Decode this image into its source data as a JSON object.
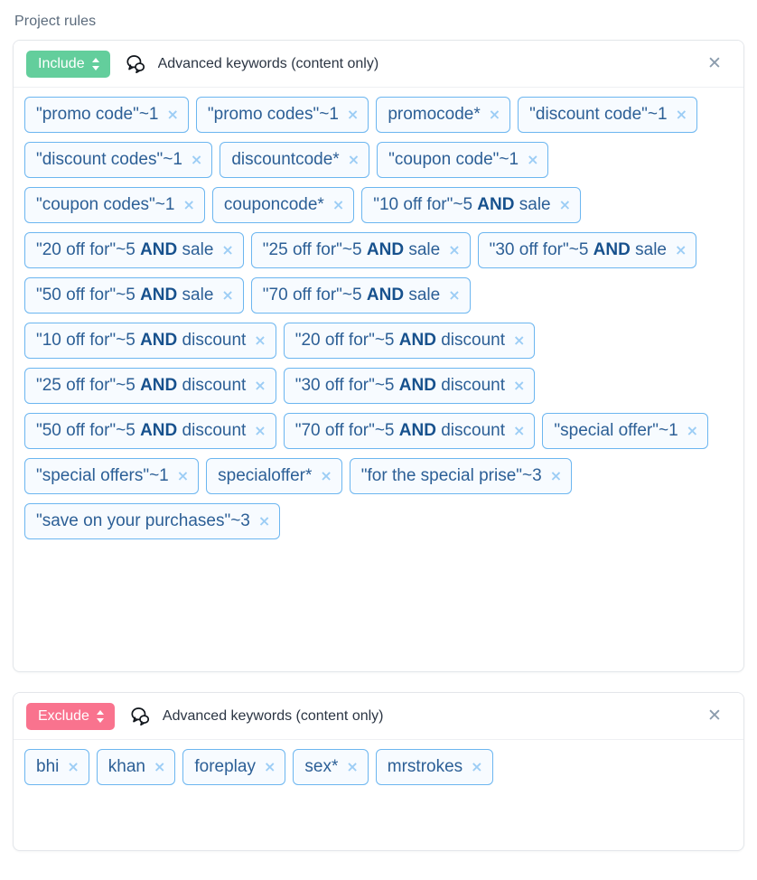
{
  "page": {
    "section_label": "Project rules"
  },
  "colors": {
    "include_badge": "#63ce9c",
    "exclude_badge": "#f9738e",
    "tag_border": "#6cb6f0",
    "tag_background": "#f7fbff",
    "tag_text": "#2c5f96",
    "tag_operator_text": "#17518d",
    "tag_remove_icon": "#9ccdf5",
    "card_border": "#e3e6ea",
    "header_text": "#2b3543",
    "label_text": "#5b6b7c",
    "close_icon": "#8b9cad"
  },
  "rules": [
    {
      "mode_label": "Include",
      "mode": "include",
      "icon": "speech-bubbles-icon",
      "title": "Advanced keywords (content only)",
      "close_label": "✖",
      "remove_label": "×",
      "keywords": [
        {
          "text": "\"promo code\"~1"
        },
        {
          "text": "\"promo codes\"~1"
        },
        {
          "text": "promocode*"
        },
        {
          "text": "\"discount code\"~1"
        },
        {
          "text": "\"discount codes\"~1"
        },
        {
          "text": "discountcode*"
        },
        {
          "text": "\"coupon code\"~1"
        },
        {
          "text": "\"coupon codes\"~1"
        },
        {
          "text": "couponcode*"
        },
        {
          "pre": "\"10 off for\"~5 ",
          "op": "AND",
          "post": " sale"
        },
        {
          "pre": "\"20 off for\"~5 ",
          "op": "AND",
          "post": " sale"
        },
        {
          "pre": "\"25 off for\"~5 ",
          "op": "AND",
          "post": " sale"
        },
        {
          "pre": "\"30 off for\"~5 ",
          "op": "AND",
          "post": " sale"
        },
        {
          "pre": "\"50 off for\"~5 ",
          "op": "AND",
          "post": " sale"
        },
        {
          "pre": "\"70 off for\"~5 ",
          "op": "AND",
          "post": " sale"
        },
        {
          "pre": "\"10 off for\"~5 ",
          "op": "AND",
          "post": " discount"
        },
        {
          "pre": "\"20 off for\"~5 ",
          "op": "AND",
          "post": " discount"
        },
        {
          "pre": "\"25 off for\"~5 ",
          "op": "AND",
          "post": " discount"
        },
        {
          "pre": "\"30 off for\"~5 ",
          "op": "AND",
          "post": " discount"
        },
        {
          "pre": "\"50 off for\"~5 ",
          "op": "AND",
          "post": " discount"
        },
        {
          "pre": "\"70 off for\"~5 ",
          "op": "AND",
          "post": " discount"
        },
        {
          "text": "\"special offer\"~1"
        },
        {
          "text": "\"special offers\"~1"
        },
        {
          "text": "specialoffer*"
        },
        {
          "text": "\"for the special prise\"~3"
        },
        {
          "text": "\"save on your purchases\"~3"
        }
      ]
    },
    {
      "mode_label": "Exclude",
      "mode": "exclude",
      "icon": "speech-bubbles-icon",
      "title": "Advanced keywords (content only)",
      "close_label": "✖",
      "remove_label": "×",
      "keywords": [
        {
          "text": "bhi"
        },
        {
          "text": "khan"
        },
        {
          "text": "foreplay"
        },
        {
          "text": "sex*"
        },
        {
          "text": "mrstrokes"
        }
      ]
    }
  ]
}
